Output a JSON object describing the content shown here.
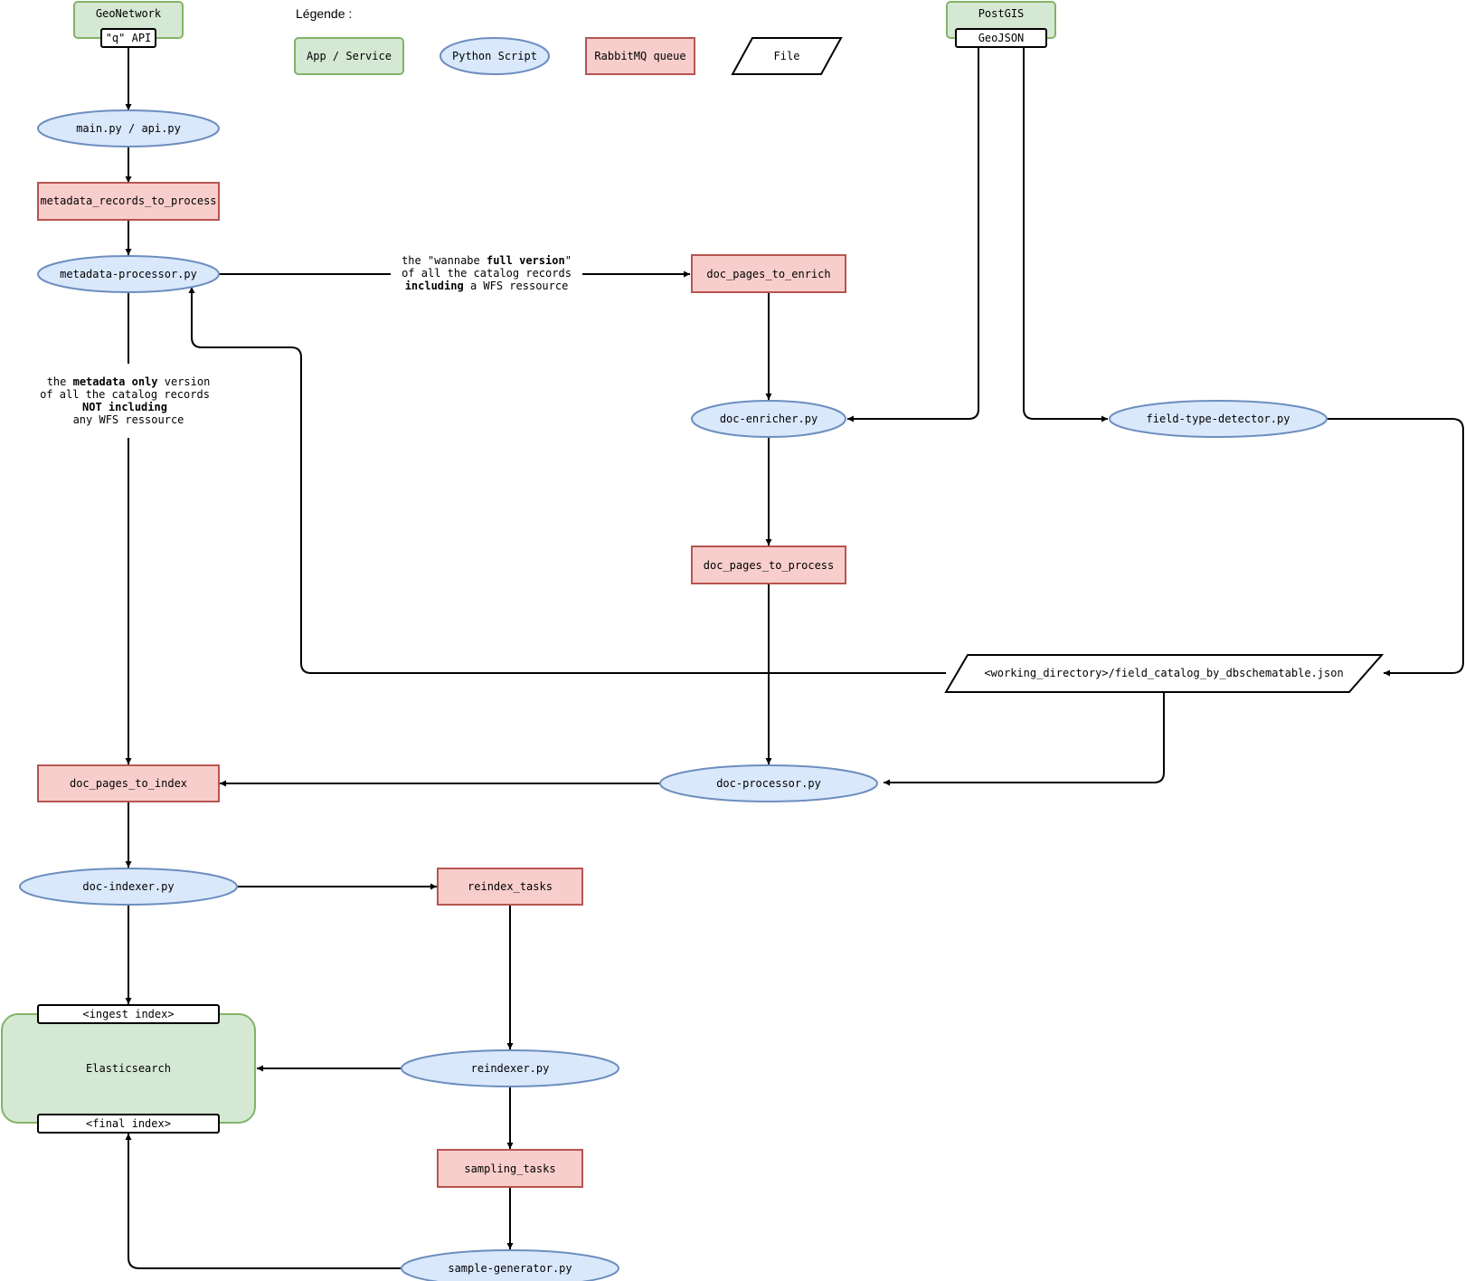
{
  "legend": {
    "title": "Légende :",
    "app_service": "App / Service",
    "python_script": "Python Script",
    "rabbitmq_queue": "RabbitMQ queue",
    "file": "File"
  },
  "nodes": {
    "geonetwork": "GeoNetwork",
    "q_api": "\"q\" API",
    "postgis": "PostGIS",
    "geojson": "GeoJSON",
    "main_api": "main.py / api.py",
    "metadata_records_to_process": "metadata_records_to_process",
    "metadata_processor": "metadata-processor.py",
    "doc_pages_to_enrich": "doc_pages_to_enrich",
    "doc_enricher": "doc-enricher.py",
    "field_type_detector": "field-type-detector.py",
    "doc_pages_to_process": "doc_pages_to_process",
    "field_catalog_file": "<working_directory>/field_catalog_by_dbschematable.json",
    "doc_processor": "doc-processor.py",
    "doc_pages_to_index": "doc_pages_to_index",
    "doc_indexer": "doc-indexer.py",
    "reindex_tasks": "reindex_tasks",
    "ingest_index": "<ingest index>",
    "elasticsearch": "Elasticsearch",
    "final_index": "<final index>",
    "reindexer": "reindexer.py",
    "sampling_tasks": "sampling_tasks",
    "sample_generator": "sample-generator.py"
  },
  "labels": {
    "full_version": {
      "l1_a": "the \"wannabe ",
      "l1_b": "full version",
      "l1_c": "\"",
      "l2": "of all the catalog records",
      "l3_a": "including",
      "l3_b": " a WFS ressource"
    },
    "metadata_only": {
      "l1_a": "the ",
      "l1_b": "metadata only",
      "l1_c": " version",
      "l2": "of all the catalog records",
      "l3": "NOT including",
      "l4": "any WFS ressource"
    }
  }
}
